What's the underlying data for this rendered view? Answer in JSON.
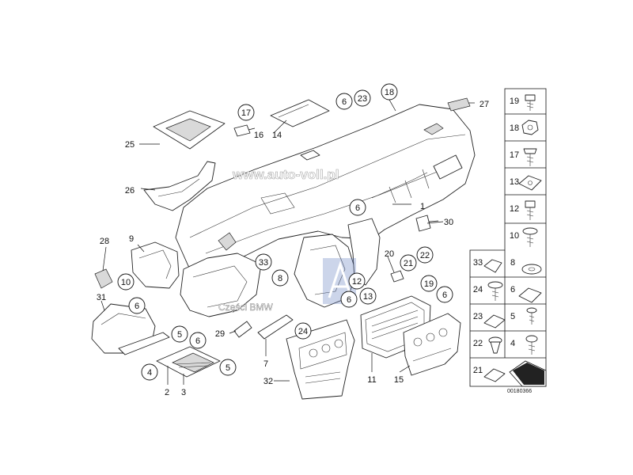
{
  "diagram": {
    "callouts": [
      {
        "text": "18",
        "circled": true
      },
      {
        "text": "6",
        "circled": true
      },
      {
        "text": "23",
        "circled": true
      },
      {
        "text": "17",
        "circled": true
      },
      {
        "text": "16",
        "circled": false
      },
      {
        "text": "14",
        "circled": false
      },
      {
        "text": "27",
        "circled": false
      },
      {
        "text": "25",
        "circled": false
      },
      {
        "text": "26",
        "circled": false
      },
      {
        "text": "1",
        "circled": false
      },
      {
        "text": "6",
        "circled": true
      },
      {
        "text": "30",
        "circled": false
      },
      {
        "text": "28",
        "circled": false
      },
      {
        "text": "9",
        "circled": false
      },
      {
        "text": "10",
        "circled": true
      },
      {
        "text": "33",
        "circled": true
      },
      {
        "text": "20",
        "circled": false
      },
      {
        "text": "21",
        "circled": true
      },
      {
        "text": "22",
        "circled": true
      },
      {
        "text": "12",
        "circled": true
      },
      {
        "text": "13",
        "circled": true
      },
      {
        "text": "19",
        "circled": true
      },
      {
        "text": "6",
        "circled": true
      },
      {
        "text": "8",
        "circled": true
      },
      {
        "text": "6",
        "circled": true
      },
      {
        "text": "31",
        "circled": false
      },
      {
        "text": "6",
        "circled": true
      },
      {
        "text": "24",
        "circled": true
      },
      {
        "text": "29",
        "circled": false
      },
      {
        "text": "5",
        "circled": true
      },
      {
        "text": "6",
        "circled": true
      },
      {
        "text": "4",
        "circled": true
      },
      {
        "text": "5",
        "circled": true
      },
      {
        "text": "7",
        "circled": false
      },
      {
        "text": "2",
        "circled": false
      },
      {
        "text": "3",
        "circled": false
      },
      {
        "text": "32",
        "circled": false
      },
      {
        "text": "11",
        "circled": false
      },
      {
        "text": "15",
        "circled": false
      }
    ],
    "legend_rows": [
      [
        {
          "text": "19"
        }
      ],
      [
        {
          "text": "18"
        }
      ],
      [
        {
          "text": "17"
        }
      ],
      [
        {
          "text": "13"
        }
      ],
      [
        {
          "text": "12"
        }
      ],
      [
        {
          "text": "10"
        }
      ],
      [
        {
          "text": "33"
        },
        {
          "text": "8"
        }
      ],
      [
        {
          "text": "24"
        },
        {
          "text": "6"
        }
      ],
      [
        {
          "text": "23"
        },
        {
          "text": "5"
        }
      ],
      [
        {
          "text": "22"
        },
        {
          "text": "4"
        }
      ],
      [
        {
          "text": "21"
        }
      ]
    ],
    "watermark_main": "www.auto-voll.pl",
    "watermark_sub": "Części BMW",
    "reference_number": "00180366"
  }
}
